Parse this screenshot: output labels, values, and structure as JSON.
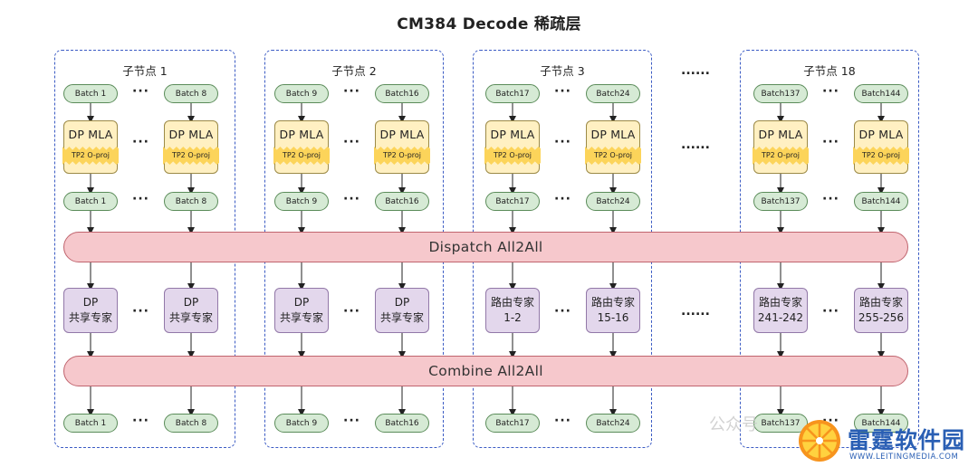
{
  "title": "CM384 Decode 稀疏层",
  "node_labels": [
    "子节点 1",
    "子节点 2",
    "子节点 3",
    "子节点 18"
  ],
  "batches": {
    "n1": [
      "Batch 1",
      "Batch 8"
    ],
    "n2": [
      "Batch 9",
      "Batch16"
    ],
    "n3": [
      "Batch17",
      "Batch24"
    ],
    "n4": [
      "Batch137",
      "Batch144"
    ]
  },
  "mla": {
    "label": "DP MLA",
    "tp_label": "TP2 O-proj"
  },
  "dispatch_label": "Dispatch All2All",
  "combine_label": "Combine All2All",
  "experts": {
    "n1": [
      [
        "DP",
        "共享专家"
      ],
      [
        "DP",
        "共享专家"
      ]
    ],
    "n2": [
      [
        "DP",
        "共享专家"
      ],
      [
        "DP",
        "共享专家"
      ]
    ],
    "n3": [
      [
        "路由专家",
        "1-2"
      ],
      [
        "路由专家",
        "15-16"
      ]
    ],
    "n4": [
      [
        "路由专家",
        "241-242"
      ],
      [
        "路由专家",
        "255-256"
      ]
    ]
  },
  "dots": "···",
  "gap_dots": "......",
  "watermark": {
    "ghost_text": "公众号",
    "brand": "雷霆软件园",
    "url": "WWW.LEITINGMEDIA.COM"
  }
}
